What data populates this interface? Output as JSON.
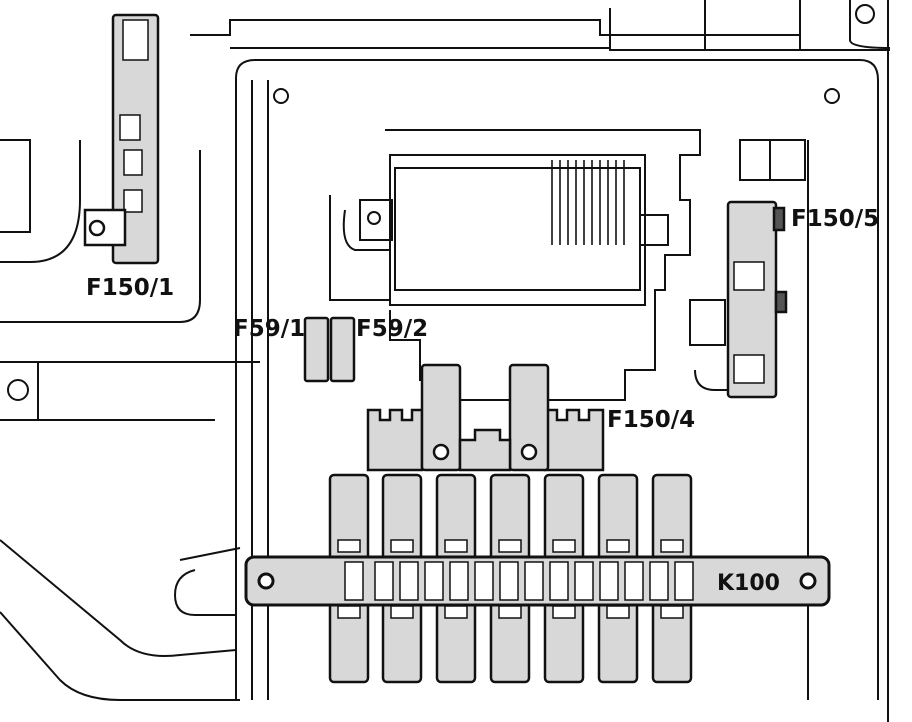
{
  "diagram": {
    "labels": {
      "f150_1": "F150/1",
      "f150_4": "F150/4",
      "f150_5": "F150/5",
      "f59_1": "F59/1",
      "f59_2": "F59/2",
      "k100": "K100"
    },
    "fuse_count": 7,
    "colors": {
      "line": "#111111",
      "fill": "#d8d8d8",
      "background": "#ffffff"
    }
  }
}
